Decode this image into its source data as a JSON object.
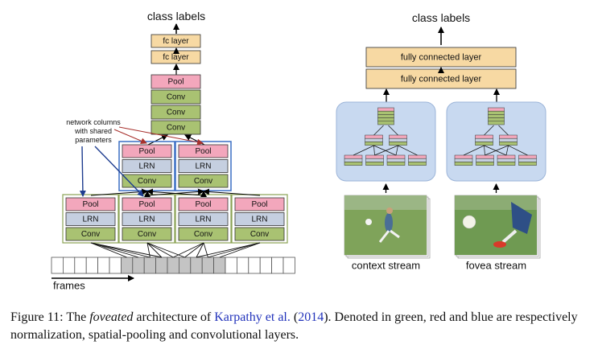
{
  "colors": {
    "norm": "#c5cfe0",
    "pool": "#f3a7bc",
    "conv": "#a9c272",
    "fc": "#f7d9a3",
    "stream_bg": "#c8d9f0",
    "frame_on": "#c4c4c4",
    "shared_border": "#3a6fc4",
    "shared_arrow": "#1d3c8f",
    "frame_line": "#000000",
    "citation": "#2233bb"
  },
  "left": {
    "class_labels": "class labels",
    "fc_labels": [
      "fc layer",
      "fc layer"
    ],
    "tower_labels": [
      "Pool",
      "Conv",
      "Conv",
      "Conv"
    ],
    "column_labels": [
      "Pool",
      "LRN",
      "Conv"
    ],
    "annotation": [
      "network columns",
      "with shared",
      "parameters"
    ],
    "frames_label": "frames"
  },
  "right": {
    "class_labels": "class labels",
    "fc_labels": [
      "fully connected layer",
      "fully connected layer"
    ],
    "stream_labels": [
      "context stream",
      "fovea stream"
    ],
    "stream_images": [
      "soccer-scene-wide",
      "soccer-scene-zoomed"
    ]
  },
  "caption": {
    "figure_label": "Figure 11:",
    "text_before_em": " The ",
    "emphasis": "foveated",
    "text_after_em": " architecture of ",
    "citation_author": "Karpathy et al.",
    "citation_open": " (",
    "citation_year": "2014",
    "citation_close": ")",
    "text_rest": ". Denoted in green, red and blue are respectively normalization, spatial-pooling and convolutional layers."
  }
}
